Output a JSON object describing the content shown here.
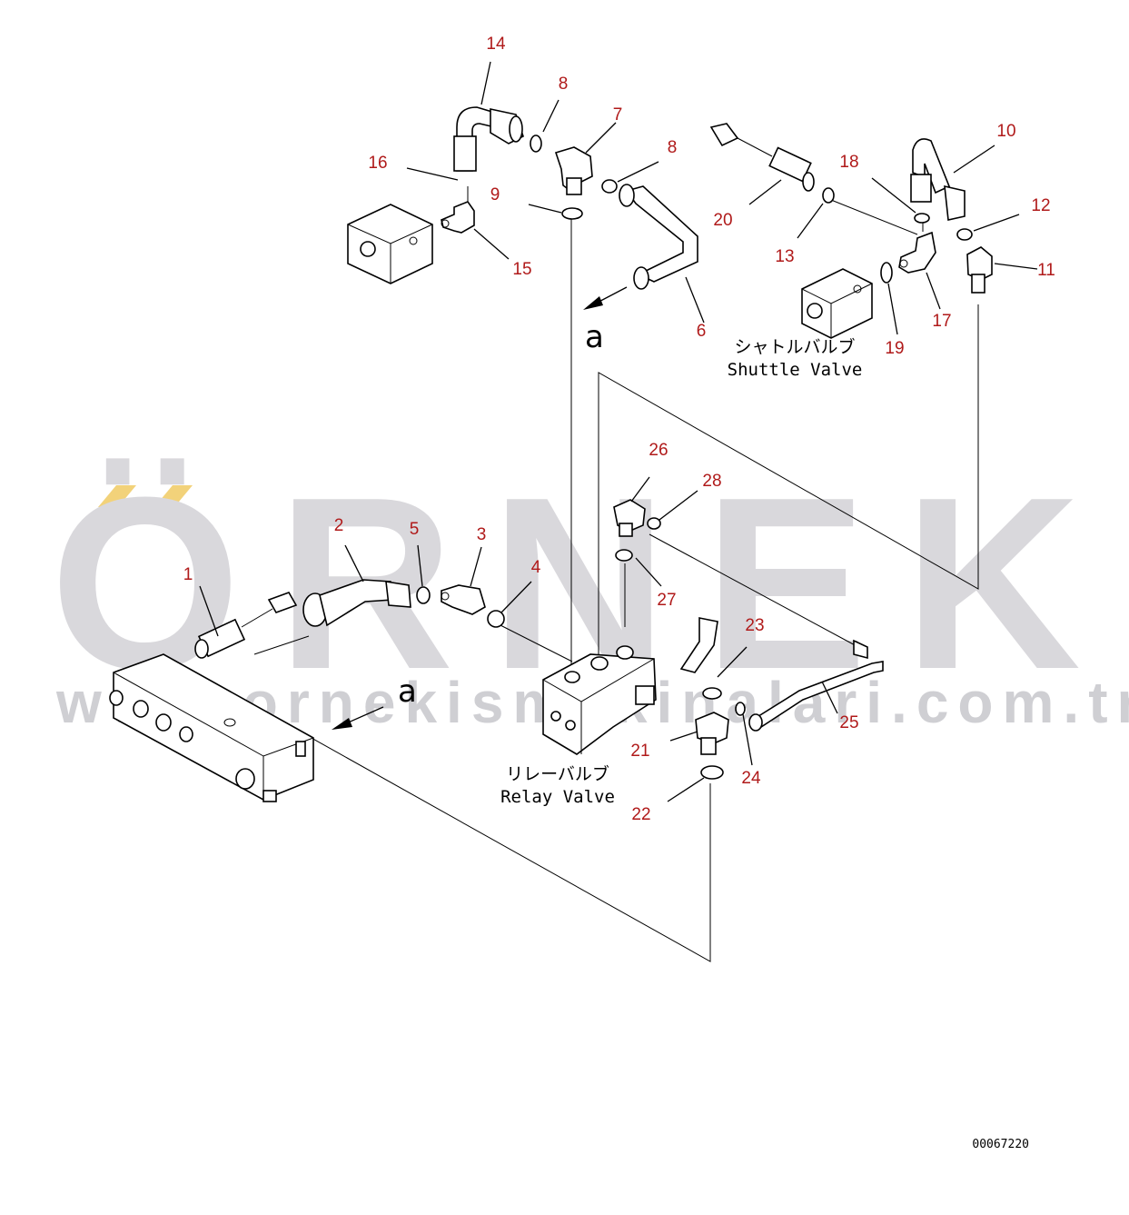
{
  "watermark": {
    "brand": "ÖRNEK",
    "url": "www.ornekismakinalari.com.tr",
    "accent_color": "#f2d27a",
    "text_color": "#d9d8dc"
  },
  "callouts": [
    "1",
    "2",
    "3",
    "4",
    "5",
    "6",
    "7",
    "8",
    "9",
    "10",
    "11",
    "12",
    "13",
    "14",
    "15",
    "16",
    "17",
    "18",
    "19",
    "20",
    "21",
    "22",
    "23",
    "24",
    "25",
    "26",
    "27",
    "28"
  ],
  "section_marker": "a",
  "shuttle_valve": {
    "label_ja": "シャトルバルブ",
    "label_en": "Shuttle Valve"
  },
  "relay_valve": {
    "label_ja": "リレーバルブ",
    "label_en": "Relay Valve"
  },
  "document_number": "00067220",
  "colors": {
    "callout": "#b01a1a",
    "line": "#000000"
  }
}
